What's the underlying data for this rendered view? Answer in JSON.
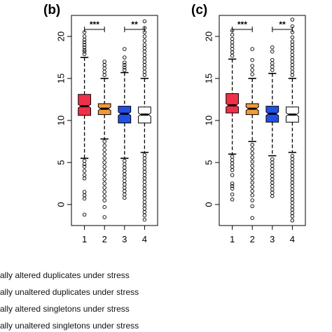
{
  "chart_data": [
    {
      "type": "box",
      "panel_label": "(b)",
      "categories": [
        "1",
        "2",
        "3",
        "4"
      ],
      "yticks": [
        "0",
        "5",
        "10",
        "15",
        "20"
      ],
      "ylim": [
        -2.5,
        22.5
      ],
      "grid": false,
      "colors": [
        "#f0304a",
        "#f29a3a",
        "#2050e6",
        "#ffffff"
      ],
      "boxes": [
        {
          "category": "1",
          "whisker_low": 5.5,
          "q1": 10.6,
          "median": 11.7,
          "q3": 13.1,
          "whisker_high": 17.5,
          "outliers_low": [
            5.2,
            4.8,
            4.5,
            4.0,
            3.5,
            3.1,
            1.5,
            1.1,
            0.7,
            -1.2
          ],
          "outliers_high": [
            17.9,
            18.2,
            18.4,
            18.7,
            19.0,
            19.3,
            19.6,
            20.0,
            20.5
          ]
        },
        {
          "category": "2",
          "whisker_low": 7.8,
          "q1": 10.7,
          "median": 11.4,
          "q3": 12.0,
          "whisker_high": 15.0,
          "outliers_low": [
            7.5,
            7.0,
            6.5,
            6.0,
            5.5,
            5.0,
            4.5,
            4.0,
            3.5,
            3.0,
            2.5,
            2.0,
            1.5,
            1.0,
            0.5,
            -0.3,
            -1.5
          ],
          "outliers_high": [
            15.4,
            15.8,
            16.2,
            16.6,
            17.0
          ]
        },
        {
          "category": "3",
          "whisker_low": 5.5,
          "q1": 9.7,
          "median": 10.8,
          "q3": 11.7,
          "whisker_high": 15.7,
          "outliers_low": [
            5.2,
            4.8,
            4.4,
            4.0,
            3.6,
            3.2,
            2.8,
            2.4,
            2.0,
            1.6,
            1.2,
            0.8
          ],
          "outliers_high": [
            16.0,
            16.3,
            16.6,
            16.9,
            17.5,
            18.5
          ]
        },
        {
          "category": "4",
          "whisker_low": 6.2,
          "q1": 9.7,
          "median": 10.7,
          "q3": 11.6,
          "whisker_high": 15.0,
          "outliers_low": [
            5.9,
            5.5,
            5.1,
            4.7,
            4.3,
            3.9,
            3.5,
            3.1,
            2.7,
            2.3,
            1.9,
            1.5,
            1.1,
            0.7,
            0.3,
            -0.1,
            -0.5,
            -0.9,
            -1.3,
            -1.8
          ],
          "outliers_high": [
            15.4,
            15.8,
            16.2,
            16.6,
            17.0,
            17.4,
            17.8,
            18.2,
            18.6,
            19.0,
            19.5,
            20.0,
            20.5,
            21.0,
            21.8
          ]
        }
      ],
      "annotations": [
        {
          "text": "***",
          "from": "1",
          "to": "2"
        },
        {
          "text": "**",
          "from": "3",
          "to": "4"
        }
      ]
    },
    {
      "type": "box",
      "panel_label": "(c)",
      "categories": [
        "1",
        "2",
        "3",
        "4"
      ],
      "yticks": [
        "0",
        "5",
        "10",
        "15",
        "20"
      ],
      "ylim": [
        -2.5,
        22.5
      ],
      "grid": false,
      "colors": [
        "#f0304a",
        "#f29a3a",
        "#2050e6",
        "#ffffff"
      ],
      "boxes": [
        {
          "category": "1",
          "whisker_low": 6.0,
          "q1": 10.9,
          "median": 11.8,
          "q3": 13.2,
          "whisker_high": 17.3,
          "outliers_low": [
            5.7,
            5.3,
            4.9,
            4.5,
            4.1,
            3.5,
            2.5,
            2.2,
            1.9,
            1.2,
            0.6
          ],
          "outliers_high": [
            17.7,
            18.1,
            18.5,
            18.9,
            19.3,
            19.7,
            20.2,
            20.7
          ]
        },
        {
          "category": "2",
          "whisker_low": 7.5,
          "q1": 10.7,
          "median": 11.4,
          "q3": 12.0,
          "whisker_high": 15.0,
          "outliers_low": [
            7.1,
            6.6,
            6.1,
            5.6,
            5.1,
            4.6,
            4.1,
            3.6,
            3.1,
            2.6,
            2.1,
            1.6,
            1.1,
            0.5,
            -0.2,
            -1.6
          ],
          "outliers_high": [
            15.5,
            16.0,
            16.5,
            17.2,
            18.5
          ]
        },
        {
          "category": "3",
          "whisker_low": 5.8,
          "q1": 9.8,
          "median": 10.8,
          "q3": 11.7,
          "whisker_high": 15.6,
          "outliers_low": [
            5.4,
            5.0,
            4.6,
            4.2,
            3.8,
            3.4,
            3.0,
            2.6,
            2.2,
            1.8,
            1.4,
            1.0
          ],
          "outliers_high": [
            16.0,
            16.4,
            16.8,
            17.2,
            18.2,
            18.7
          ]
        },
        {
          "category": "4",
          "whisker_low": 6.2,
          "q1": 9.8,
          "median": 10.7,
          "q3": 11.6,
          "whisker_high": 15.0,
          "outliers_low": [
            5.8,
            5.4,
            5.0,
            4.6,
            4.2,
            3.8,
            3.4,
            3.0,
            2.6,
            2.2,
            1.8,
            1.4,
            1.0,
            0.6,
            0.2,
            -0.2,
            -0.6,
            -1.0,
            -1.4,
            -1.9
          ],
          "outliers_high": [
            15.4,
            15.8,
            16.2,
            16.6,
            17.0,
            17.4,
            17.8,
            18.2,
            18.6,
            19.0,
            19.4,
            19.9,
            20.5,
            21.2,
            22.0
          ]
        }
      ],
      "annotations": [
        {
          "text": "***",
          "from": "1",
          "to": "2"
        },
        {
          "text": "**",
          "from": "3",
          "to": "4"
        }
      ]
    }
  ],
  "legend": [
    "ally altered duplicates under stress",
    "ally unaltered duplicates under stress",
    "ally altered singletons under stress",
    "ally unaltered singletons under stress"
  ]
}
